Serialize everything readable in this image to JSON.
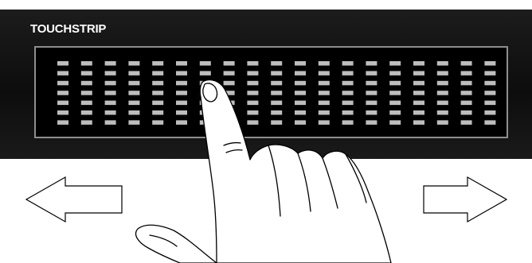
{
  "title": "TOUCHSTRIP",
  "touchstrip": {
    "segment_columns": 19,
    "segment_rows": 7,
    "segment_color": "#bdbdbd",
    "frame_color": "#8e8e8e",
    "background_color": "#0f0f0f"
  },
  "icons": {
    "left": "arrow-left-icon",
    "right": "arrow-right-icon",
    "hand": "hand-touch-icon"
  }
}
